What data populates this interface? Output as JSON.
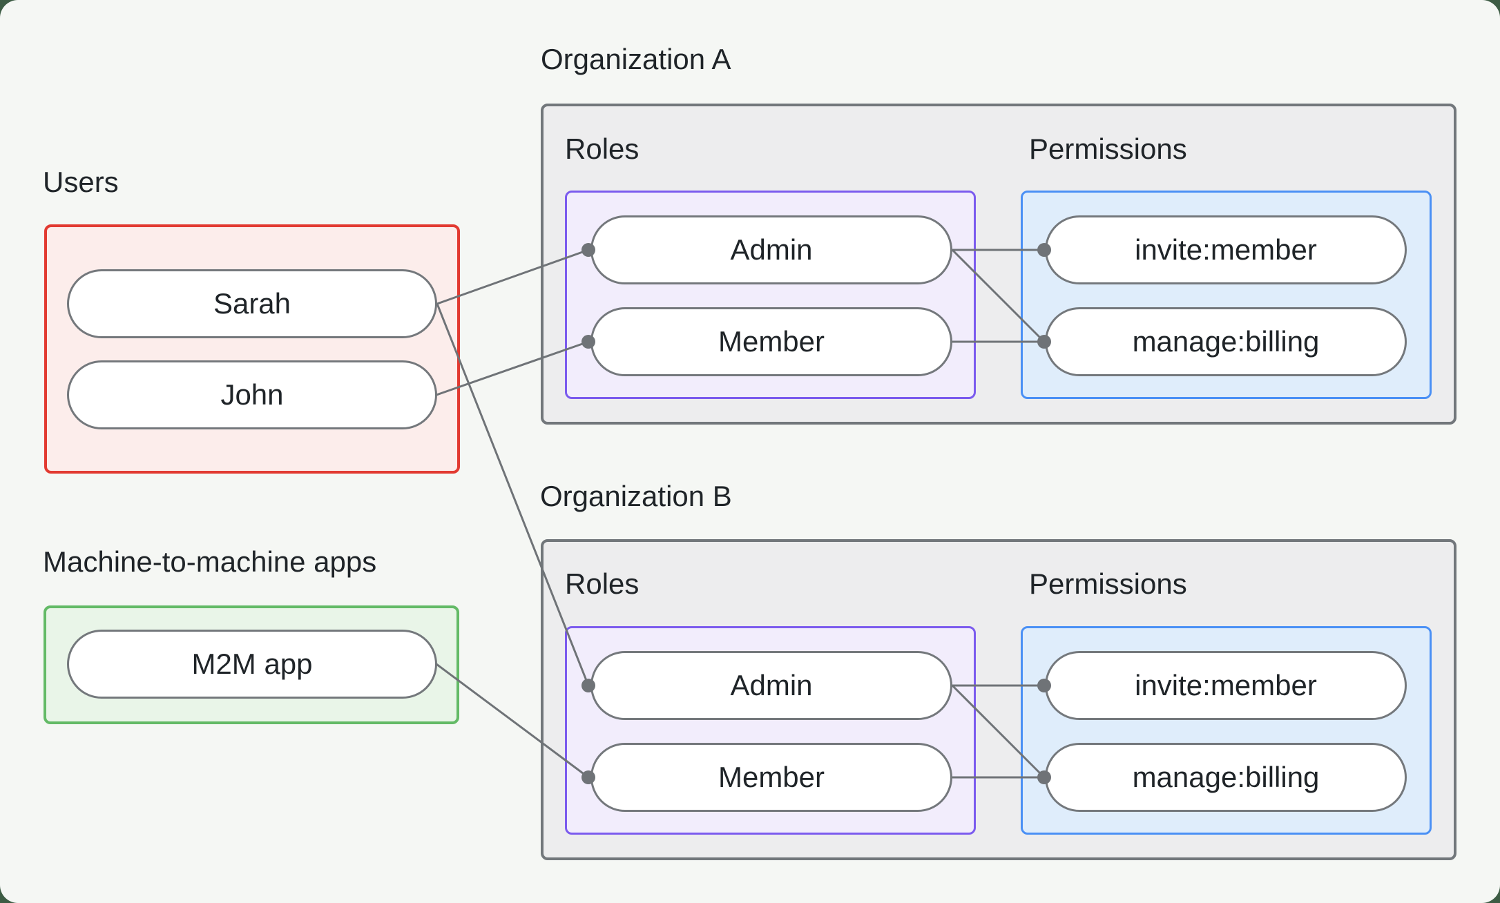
{
  "diagram": {
    "groups": {
      "users": {
        "label": "Users",
        "nodes": [
          {
            "id": "sarah",
            "label": "Sarah"
          },
          {
            "id": "john",
            "label": "John"
          }
        ]
      },
      "m2m": {
        "label": "Machine-to-machine apps",
        "nodes": [
          {
            "id": "m2m-app",
            "label": "M2M app"
          }
        ]
      },
      "org_a": {
        "title": "Organization A",
        "roles_label": "Roles",
        "permissions_label": "Permissions",
        "roles": [
          {
            "id": "admin-a",
            "label": "Admin"
          },
          {
            "id": "member-a",
            "label": "Member"
          }
        ],
        "permissions": [
          {
            "id": "invite-a",
            "label": "invite:member"
          },
          {
            "id": "manage-a",
            "label": "manage:billing"
          }
        ]
      },
      "org_b": {
        "title": "Organization B",
        "roles_label": "Roles",
        "permissions_label": "Permissions",
        "roles": [
          {
            "id": "admin-b",
            "label": "Admin"
          },
          {
            "id": "member-b",
            "label": "Member"
          }
        ],
        "permissions": [
          {
            "id": "invite-b",
            "label": "invite:member"
          },
          {
            "id": "manage-b",
            "label": "manage:billing"
          }
        ]
      }
    },
    "edges": [
      {
        "from": "sarah",
        "to": "admin-a"
      },
      {
        "from": "sarah",
        "to": "admin-b"
      },
      {
        "from": "john",
        "to": "member-a"
      },
      {
        "from": "m2m-app",
        "to": "member-b"
      },
      {
        "from": "admin-a",
        "to": "invite-a"
      },
      {
        "from": "admin-a",
        "to": "manage-a"
      },
      {
        "from": "member-a",
        "to": "manage-a"
      },
      {
        "from": "admin-b",
        "to": "invite-b"
      },
      {
        "from": "admin-b",
        "to": "manage-b"
      },
      {
        "from": "member-b",
        "to": "manage-b"
      }
    ]
  },
  "colors": {
    "backdrop": "#3d5c44",
    "canvas": "#f5f7f4",
    "text": "#1f2428",
    "users-border": "#e23a31",
    "users-fill": "#fcedeb",
    "m2m-border": "#63ba66",
    "m2m-fill": "#e9f5e8",
    "org-border": "#72777b",
    "org-fill": "#ededee",
    "roles-border": "#7b5bee",
    "roles-fill": "#f2edfc",
    "perms-border": "#4a90f5",
    "perms-fill": "#dfedfb",
    "pill-border": "#74787c",
    "pill-fill": "#ffffff",
    "edge": "#6f7377"
  }
}
